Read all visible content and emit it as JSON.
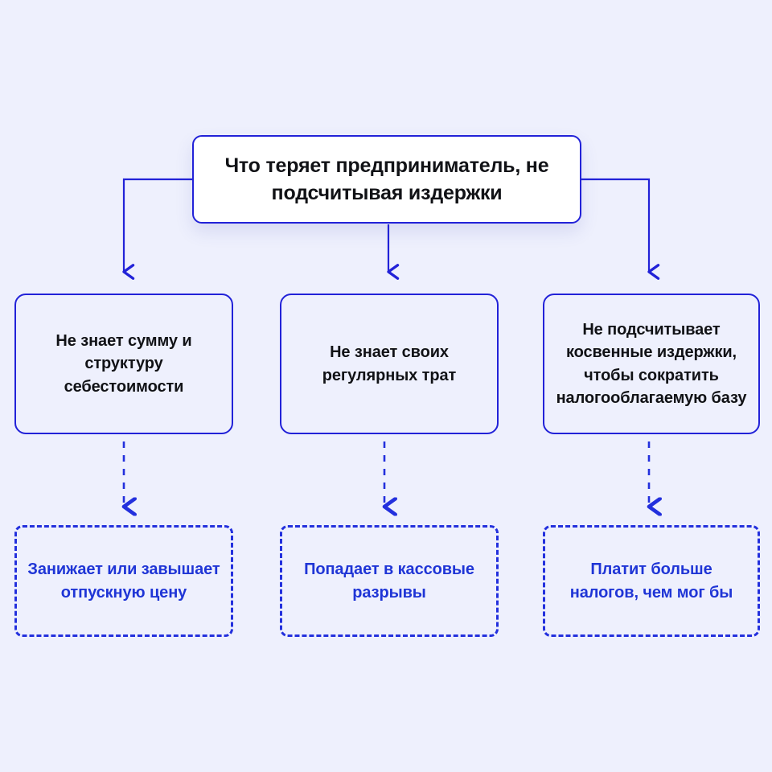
{
  "page": {
    "background_color": "#eef0fd",
    "accent_color": "#2222d8",
    "leaf_text_color": "#1f35d6",
    "title_text_color": "#111216"
  },
  "diagram": {
    "type": "flowchart",
    "root": {
      "label": "Что теряет предприниматель, не подсчитывая издержки"
    },
    "branches": [
      {
        "cause": "Не знает сумму и структуру себестоимости",
        "effect": "Занижает или завышает отпускную цену"
      },
      {
        "cause": "Не знает своих регулярных трат",
        "effect": "Попадает в кассовые разрывы"
      },
      {
        "cause": "Не подсчитывает косвенные издержки, чтобы сократить налогооблагаемую базу",
        "effect": "Платит больше налогов, чем мог бы"
      }
    ],
    "connectors": [
      {
        "name": "root-to-cause-1",
        "style": "solid",
        "arrow": "down"
      },
      {
        "name": "root-to-cause-2",
        "style": "solid",
        "arrow": "down"
      },
      {
        "name": "root-to-cause-3",
        "style": "solid",
        "arrow": "down"
      },
      {
        "name": "cause-1-to-effect-1",
        "style": "dashed",
        "arrow": "down"
      },
      {
        "name": "cause-2-to-effect-2",
        "style": "dashed",
        "arrow": "down"
      },
      {
        "name": "cause-3-to-effect-3",
        "style": "dashed",
        "arrow": "down"
      }
    ]
  }
}
